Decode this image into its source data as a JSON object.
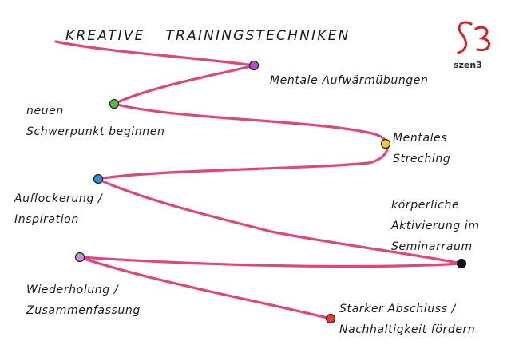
{
  "title": {
    "part1": "KREATIVE",
    "part2": "TRAININGSTECHNIKEN"
  },
  "logo": {
    "text": "szen3",
    "color": "#d81f26"
  },
  "path_color": "#e0457f",
  "steps": [
    {
      "lines": [
        "Mentale Aufwärmübungen"
      ],
      "dot_color": "#b14fd6"
    },
    {
      "lines": [
        "neuen",
        "Schwerpunkt beginnen"
      ],
      "dot_color": "#5ab84a"
    },
    {
      "lines": [
        "Mentales",
        "Streching"
      ],
      "dot_color": "#f3cf2a"
    },
    {
      "lines": [
        "Auflockerung /",
        "Inspiration"
      ],
      "dot_color": "#2f8fd8"
    },
    {
      "lines": [
        "körperliche",
        "Aktivierung im",
        "Seminarraum"
      ],
      "dot_color": "#111111"
    },
    {
      "lines": [
        "Wiederholung /",
        "Zusammenfassung"
      ],
      "dot_color": "#c995e0"
    },
    {
      "lines": [
        "Starker Abschluss /",
        "Nachhaltigkeit fördern"
      ],
      "dot_color": "#e23b2c"
    }
  ]
}
